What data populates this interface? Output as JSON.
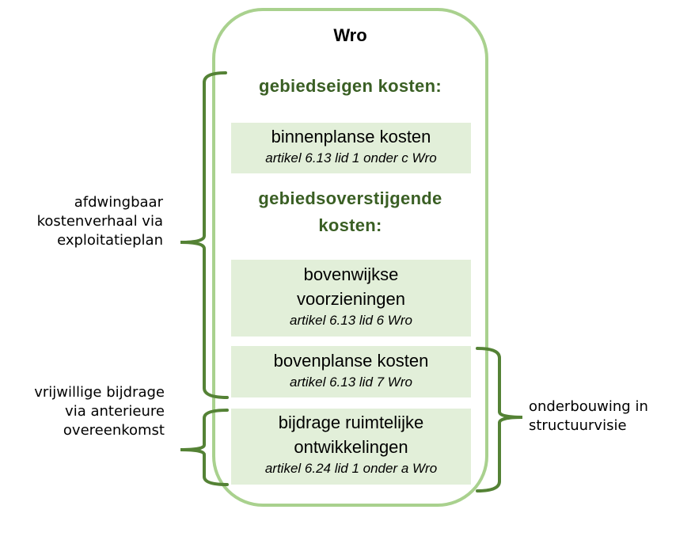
{
  "diagram": {
    "title": "Wro",
    "sections": [
      {
        "heading": "gebiedseigen kosten:",
        "items": [
          {
            "main": "binnenplanse kosten",
            "sub": "artikel 6.13 lid 1 onder c Wro"
          }
        ]
      },
      {
        "heading_line1": "gebiedsoverstijgende",
        "heading_line2": "kosten:",
        "items": [
          {
            "main_line1": "bovenwijkse",
            "main_line2": "voorzieningen",
            "sub": "artikel 6.13 lid 6 Wro"
          },
          {
            "main": "bovenplanse kosten",
            "sub": "artikel 6.13 lid 7 Wro"
          },
          {
            "main_line1": "bijdrage ruimtelijke",
            "main_line2": "ontwikkelingen",
            "sub": "artikel 6.24 lid 1 onder a Wro"
          }
        ]
      }
    ],
    "annotations": {
      "left_top": {
        "line1": "afdwingbaar",
        "line2": "kostenverhaal via",
        "line3": "exploitatieplan"
      },
      "left_bottom": {
        "line1": "vrijwillige bijdrage",
        "line2": "via anterieure",
        "line3": "overeenkomst"
      },
      "right": {
        "line1": "onderbouwing in",
        "line2": "structuurvisie"
      }
    },
    "colors": {
      "frame": "#a9d18e",
      "brace": "#548235",
      "heading": "#3a5f24",
      "box_fill": "#e2efd9"
    }
  }
}
